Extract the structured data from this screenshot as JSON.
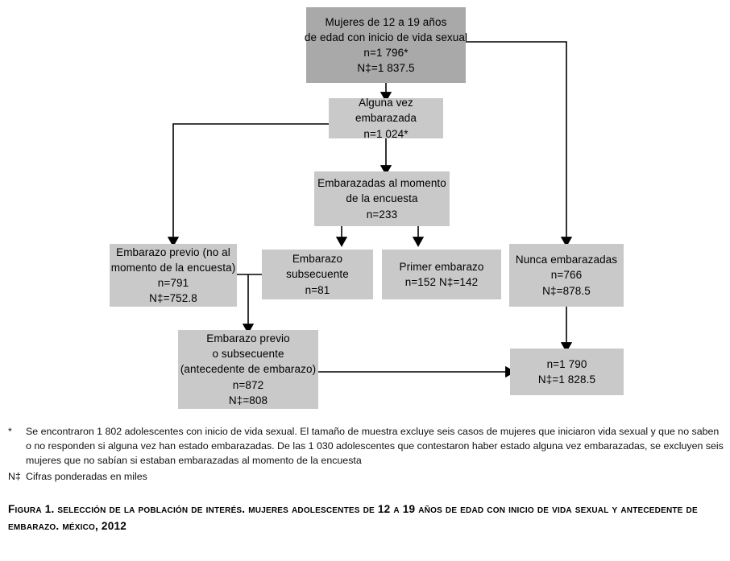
{
  "diagram": {
    "type": "flowchart",
    "title": "Selección de la población de interés",
    "colors": {
      "node_dark": "#a9a9a9",
      "node_light": "#c9c9c9",
      "edge": "#000000",
      "background": "#ffffff"
    },
    "nodes": [
      {
        "id": "total",
        "lines": [
          "Mujeres de 12 a 19 años",
          "de edad con inicio de vida sexual",
          "n=1 796*",
          "N‡=1 837.5"
        ],
        "line1": "Mujeres de 12 a 19 años",
        "line2": "de edad con inicio de vida sexual",
        "line3": "n=1 796*",
        "line4": "N‡=1 837.5",
        "n": 1796,
        "N_weighted": 1837.5,
        "shade": "dark"
      },
      {
        "id": "alguna-vez-embarazada",
        "line1": "Alguna vez",
        "line2": "embarazada",
        "line3": "n=1 024*",
        "n": 1024,
        "shade": "light"
      },
      {
        "id": "embarazadas-momento-encuesta",
        "line1": "Embarazadas al momento",
        "line2": "de la encuesta",
        "line3": "n=233",
        "n": 233,
        "shade": "light"
      },
      {
        "id": "embarazo-previo",
        "line1": "Embarazo previo (no al",
        "line2": "momento de la encuesta)",
        "line3": "n=791",
        "line4": "N‡=752.8",
        "n": 791,
        "N_weighted": 752.8,
        "shade": "light"
      },
      {
        "id": "embarazo-subsecuente",
        "line1": "Embarazo",
        "line2": "subsecuente",
        "line3": "n=81",
        "n": 81,
        "shade": "light"
      },
      {
        "id": "primer-embarazo",
        "line1": "Primer embarazo",
        "line2": "n=152 N‡=142",
        "n": 152,
        "N_weighted": 142,
        "shade": "light"
      },
      {
        "id": "nunca-embarazadas",
        "line1": "Nunca embarazadas",
        "line2": "n=766",
        "line3": "N‡=878.5",
        "n": 766,
        "N_weighted": 878.5,
        "shade": "light"
      },
      {
        "id": "antecedente-embarazo",
        "line1": "Embarazo previo",
        "line2": "o subsecuente",
        "line3": "(antecedente de embarazo)",
        "line4": "n=872",
        "line5": "N‡=808",
        "n": 872,
        "N_weighted": 808,
        "shade": "light"
      },
      {
        "id": "total-analitico",
        "line1": "n=1 790",
        "line2": "N‡=1 828.5",
        "n": 1790,
        "N_weighted": 1828.5,
        "shade": "light"
      }
    ]
  },
  "footnotes": [
    {
      "mark": "*",
      "text": "Se encontraron 1 802 adolescentes con inicio de vida sexual. El tamaño de muestra excluye seis casos de mujeres que iniciaron vida sexual y que no saben o no responden si alguna vez han estado embarazadas. De las 1 030 adolescentes que contestaron haber estado alguna vez embarazadas, se excluyen seis mujeres que no sabían si estaban embarazadas al momento de la encuesta"
    },
    {
      "mark": "N‡",
      "text": "Cifras ponderadas en miles"
    }
  ],
  "caption": {
    "text": "Figura 1. Selección de la población de interés. Mujeres adolescentes de 12 a 19 años de edad con inicio de vida sexual y antecedente de embarazo. México, 2012"
  }
}
